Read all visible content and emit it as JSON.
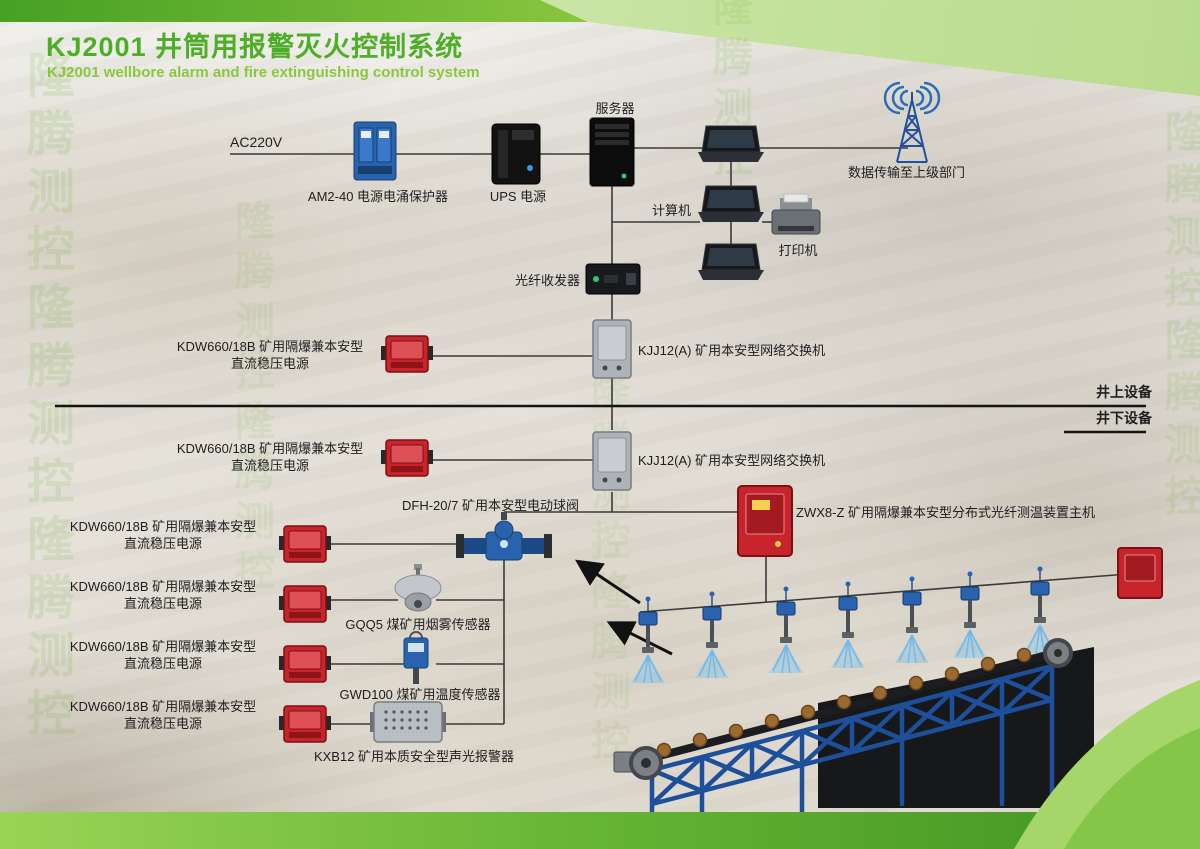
{
  "header": {
    "title": "KJ2001 井筒用报警灭火控制系统",
    "subtitle": "KJ2001 wellbore alarm and fire extinguishing control system"
  },
  "watermark": "隆腾测控",
  "sections": {
    "surface": "井上设备",
    "underground": "井下设备"
  },
  "nodes": {
    "ac_power": "AC220V",
    "surge_protector": "AM2-40 电源电涌保护器",
    "ups": "UPS 电源",
    "server": "服务器",
    "computer": "计算机",
    "printer": "打印机",
    "uplink": "数据传输至上级部门",
    "fiber_transceiver": "光纤收发器",
    "kdw_line1": "KDW660/18B 矿用隔爆兼本安型",
    "kdw_line2": "直流稳压电源",
    "network_switch": "KJJ12(A) 矿用本安型网络交换机",
    "ball_valve": "DFH-20/7 矿用本安型电动球阀",
    "fiber_dts_host": "ZWX8-Z 矿用隔爆兼本安型分布式光纤测温装置主机",
    "smoke_sensor": "GQQ5 煤矿用烟雾传感器",
    "temp_sensor": "GWD100 煤矿用温度传感器",
    "alarm": "KXB12 矿用本质安全型声光报警器"
  },
  "colors": {
    "accent_green": "#4fae28",
    "light_green": "#b8dc8c",
    "device_red": "#c8242b",
    "device_blue": "#2a63ad",
    "truss_blue": "#1d4f9b",
    "spray_blue": "#6fb8e8"
  }
}
